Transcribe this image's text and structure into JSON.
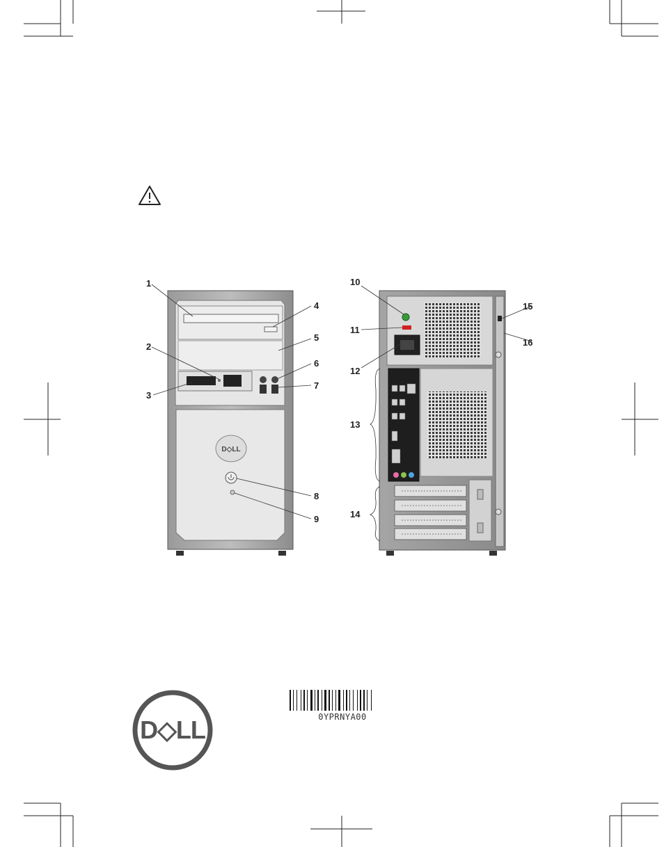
{
  "document": {
    "warning_icon": "warning-triangle-icon",
    "front_callouts": [
      "1",
      "2",
      "3",
      "4",
      "5",
      "6",
      "7",
      "8",
      "9"
    ],
    "back_callouts": [
      "10",
      "11",
      "12",
      "13",
      "14",
      "15",
      "16"
    ],
    "front_badge": "D◇LL",
    "logo_text": "D◇LL",
    "barcode_text": "0YPRNYA00"
  }
}
